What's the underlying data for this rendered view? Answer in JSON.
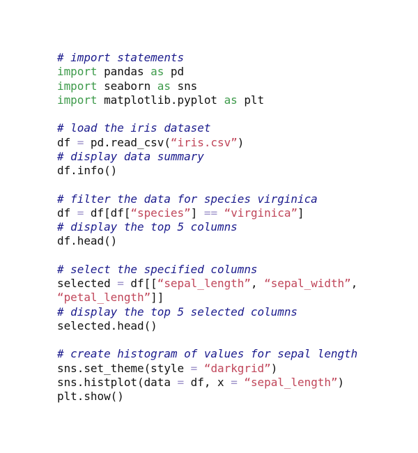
{
  "colors": {
    "background": "#ffffff",
    "comment": "#1a1a8c",
    "keyword": "#3d9a4a",
    "string": "#c0465a",
    "operator": "#9a8fc8",
    "plain": "#111111"
  },
  "code": {
    "lines": [
      {
        "tokens": [
          {
            "type": "comment",
            "text": "# import statements"
          }
        ]
      },
      {
        "tokens": [
          {
            "type": "keyword",
            "text": "import"
          },
          {
            "type": "plain",
            "text": " pandas "
          },
          {
            "type": "keyword",
            "text": "as"
          },
          {
            "type": "plain",
            "text": " pd"
          }
        ]
      },
      {
        "tokens": [
          {
            "type": "keyword",
            "text": "import"
          },
          {
            "type": "plain",
            "text": " seaborn "
          },
          {
            "type": "keyword",
            "text": "as"
          },
          {
            "type": "plain",
            "text": " sns"
          }
        ]
      },
      {
        "tokens": [
          {
            "type": "keyword",
            "text": "import"
          },
          {
            "type": "plain",
            "text": " matplotlib.pyplot "
          },
          {
            "type": "keyword",
            "text": "as"
          },
          {
            "type": "plain",
            "text": " plt"
          }
        ]
      },
      {
        "tokens": []
      },
      {
        "tokens": [
          {
            "type": "comment",
            "text": "# load the iris dataset"
          }
        ]
      },
      {
        "tokens": [
          {
            "type": "plain",
            "text": "df "
          },
          {
            "type": "op",
            "text": "="
          },
          {
            "type": "plain",
            "text": " pd.read_csv("
          },
          {
            "type": "string",
            "text": "“iris.csv”"
          },
          {
            "type": "plain",
            "text": ")"
          }
        ]
      },
      {
        "tokens": [
          {
            "type": "comment",
            "text": "# display data summary"
          }
        ]
      },
      {
        "tokens": [
          {
            "type": "plain",
            "text": "df.info()"
          }
        ]
      },
      {
        "tokens": []
      },
      {
        "tokens": [
          {
            "type": "comment",
            "text": "# filter the data for species virginica"
          }
        ]
      },
      {
        "tokens": [
          {
            "type": "plain",
            "text": "df "
          },
          {
            "type": "op",
            "text": "="
          },
          {
            "type": "plain",
            "text": " df[df["
          },
          {
            "type": "string",
            "text": "“species”"
          },
          {
            "type": "plain",
            "text": "] "
          },
          {
            "type": "op",
            "text": "=="
          },
          {
            "type": "plain",
            "text": " "
          },
          {
            "type": "string",
            "text": "“virginica”"
          },
          {
            "type": "plain",
            "text": "]"
          }
        ]
      },
      {
        "tokens": [
          {
            "type": "comment",
            "text": "# display the top 5 columns"
          }
        ]
      },
      {
        "tokens": [
          {
            "type": "plain",
            "text": "df.head()"
          }
        ]
      },
      {
        "tokens": []
      },
      {
        "tokens": [
          {
            "type": "comment",
            "text": "# select the specified columns"
          }
        ]
      },
      {
        "tokens": [
          {
            "type": "plain",
            "text": "selected "
          },
          {
            "type": "op",
            "text": "="
          },
          {
            "type": "plain",
            "text": " df[["
          },
          {
            "type": "string",
            "text": "“sepal_length”"
          },
          {
            "type": "plain",
            "text": ", "
          },
          {
            "type": "string",
            "text": "“sepal_width”"
          },
          {
            "type": "plain",
            "text": ","
          }
        ]
      },
      {
        "tokens": [
          {
            "type": "string",
            "text": "“petal_length”"
          },
          {
            "type": "plain",
            "text": "]]"
          }
        ]
      },
      {
        "tokens": [
          {
            "type": "comment",
            "text": "# display the top 5 selected columns"
          }
        ]
      },
      {
        "tokens": [
          {
            "type": "plain",
            "text": "selected.head()"
          }
        ]
      },
      {
        "tokens": []
      },
      {
        "tokens": [
          {
            "type": "comment",
            "text": "# create histogram of values for sepal length"
          }
        ]
      },
      {
        "tokens": [
          {
            "type": "plain",
            "text": "sns.set_theme(style "
          },
          {
            "type": "op",
            "text": "="
          },
          {
            "type": "plain",
            "text": " "
          },
          {
            "type": "string",
            "text": "“darkgrid”"
          },
          {
            "type": "plain",
            "text": ")"
          }
        ]
      },
      {
        "tokens": [
          {
            "type": "plain",
            "text": "sns.histplot(data "
          },
          {
            "type": "op",
            "text": "="
          },
          {
            "type": "plain",
            "text": " df, x "
          },
          {
            "type": "op",
            "text": "="
          },
          {
            "type": "plain",
            "text": " "
          },
          {
            "type": "string",
            "text": "“sepal_length”"
          },
          {
            "type": "plain",
            "text": ")"
          }
        ]
      },
      {
        "tokens": [
          {
            "type": "plain",
            "text": "plt.show()"
          }
        ]
      }
    ]
  }
}
